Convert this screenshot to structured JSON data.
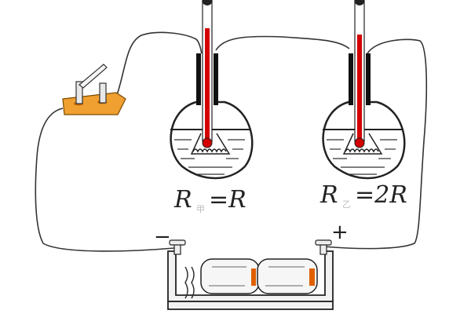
{
  "labels": {
    "left": {
      "main": "R",
      "subscript": "甲",
      "rhs": "=R"
    },
    "right": {
      "main": "R",
      "subscript": "乙",
      "rhs": "=2R"
    }
  },
  "battery": {
    "negative_sign": "−",
    "positive_sign": "+"
  },
  "colors": {
    "wire": "#333333",
    "thermometer_liquid": "#d40000",
    "switch_base": "#f0a030",
    "battery_band": "#e06000"
  },
  "icons": [
    "switch-icon",
    "flask-icon",
    "thermometer-icon",
    "heating-coil-icon",
    "battery-icon"
  ]
}
